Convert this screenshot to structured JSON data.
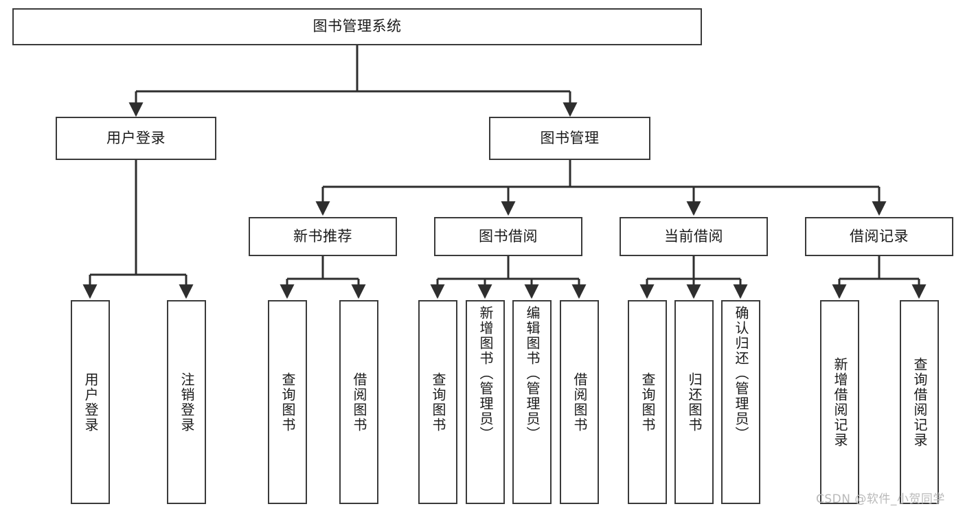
{
  "diagram": {
    "type": "tree-hierarchy-chart",
    "title": "图书管理系统",
    "watermark": "CSDN @软件_小贺同学",
    "colors": {
      "box_border": "#3a3a3a",
      "box_fill": "#ffffff",
      "connector": "#2e2e2e",
      "text": "#1a1a1a",
      "watermark": "#b9b9b9"
    },
    "nodes": {
      "root": {
        "label": "图书管理系统"
      },
      "level2": [
        {
          "label": "用户登录"
        },
        {
          "label": "图书管理"
        }
      ],
      "level3": [
        {
          "label": "新书推荐"
        },
        {
          "label": "图书借阅"
        },
        {
          "label": "当前借阅"
        },
        {
          "label": "借阅记录"
        }
      ],
      "leaves": {
        "user_login": [
          {
            "label": "用户登录"
          },
          {
            "label": "注销登录"
          }
        ],
        "new_book_recommend": [
          {
            "label": "查询图书"
          },
          {
            "label": "借阅图书"
          }
        ],
        "book_borrow": [
          {
            "label": "查询图书"
          },
          {
            "label": "新增图书（管理员）"
          },
          {
            "label": "编辑图书（管理员）"
          },
          {
            "label": "借阅图书"
          }
        ],
        "current_borrow": [
          {
            "label": "查询图书"
          },
          {
            "label": "归还图书"
          },
          {
            "label": "确认归还（管理员）"
          }
        ],
        "borrow_record": [
          {
            "label": "新增借阅记录"
          },
          {
            "label": "查询借阅记录"
          }
        ]
      }
    }
  }
}
